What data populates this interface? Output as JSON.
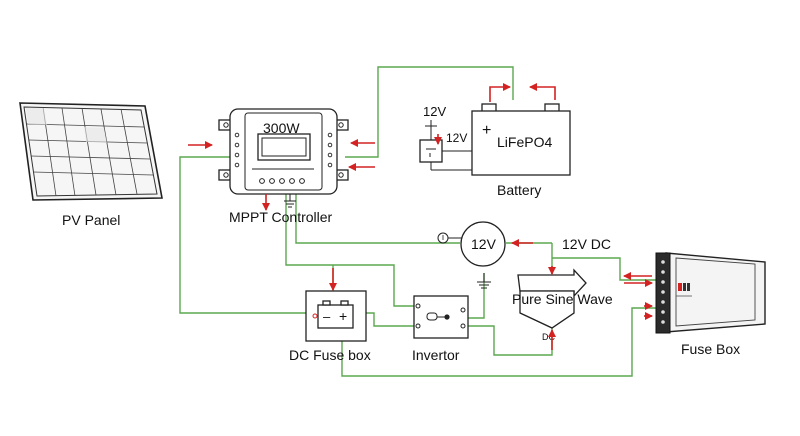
{
  "labels": {
    "pv_panel": "PV Panel",
    "mppt_controller": "MPPT Controller",
    "mppt_rating": "300W",
    "battery": "Battery",
    "battery_type": "LiFePO4",
    "battery_plus": "+",
    "battery_voltage_top": "12V",
    "battery_voltage_side": "12V",
    "load_12v": "12V",
    "dc_12v": "12V DC",
    "pure_sine_wave": "Pure Sine Wave",
    "dc_small": "DC",
    "dc_fuse_box": "DC Fuse box",
    "fuse_minus": "–",
    "fuse_plus": "+",
    "invertor": "Invertor",
    "fuse_box": "Fuse Box"
  },
  "colors": {
    "wire": "#5aa84f",
    "arrow": "#d32222",
    "outline": "#222222"
  }
}
